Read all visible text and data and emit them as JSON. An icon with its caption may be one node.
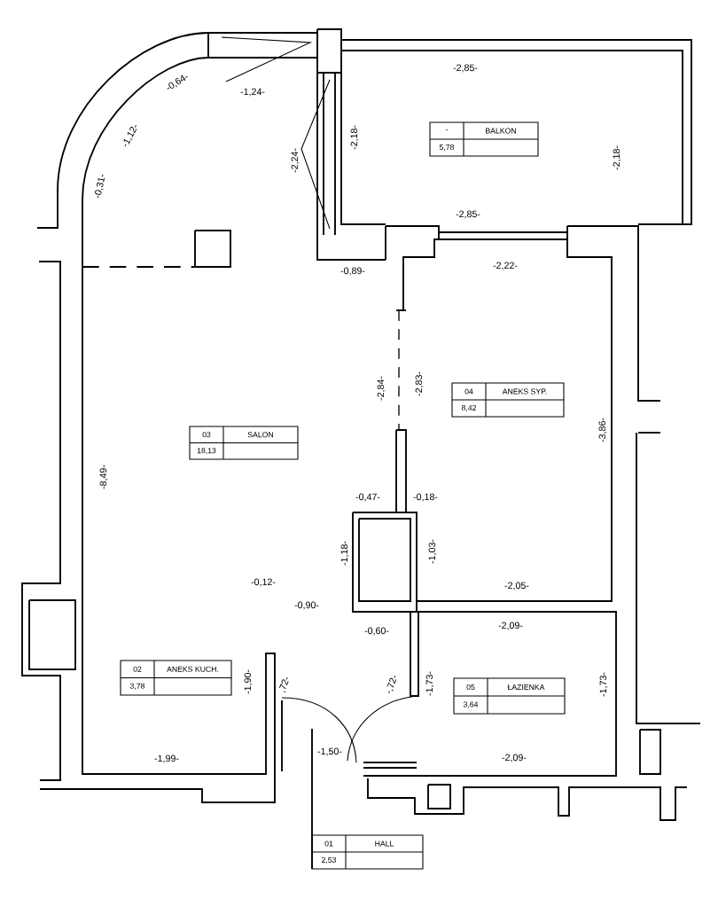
{
  "diagram": {
    "nodes": [
      {
        "text": [
          "-",
          "BALKON",
          "5,78"
        ]
      },
      {
        "text": [
          "03",
          "SALON",
          "18,13"
        ]
      },
      {
        "text": [
          "04",
          "ANEKS SYP.",
          "8,42"
        ]
      },
      {
        "text": [
          "02",
          "ANEKS KUCH.",
          "3,78"
        ]
      },
      {
        "text": [
          "05",
          "ŁAZIENKA",
          "3,64"
        ]
      },
      {
        "text": [
          "01",
          "HALL",
          "2,53"
        ]
      }
    ],
    "labels": [
      "-2,85-",
      "-0,64-",
      "-1,24-",
      "-1,12-",
      "-2,18-",
      "-2,24-",
      "-2,18-",
      "-0,31-",
      "-2,85-",
      "-0,89-",
      "-2,22-",
      "-2,84-",
      "-2,83-",
      "-3,86-",
      "-8,49-",
      "-0,47-",
      "-0,18-",
      "-1,18-",
      "-1,03-",
      "-0,12-",
      "-2,05-",
      "-0,90-",
      "-0,60-",
      "-2,09-",
      "-1,90-",
      ",72-",
      "-,72-",
      "-1,73-",
      "-1,73-",
      "-1,99-",
      "-1,50-",
      "-2,09-"
    ]
  }
}
